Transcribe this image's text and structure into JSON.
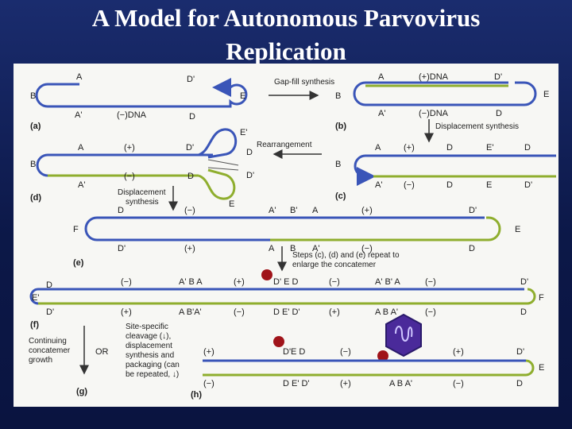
{
  "slide": {
    "title_line1": "A Model for Autonomous Parvovirus",
    "title_line2": "Replication"
  },
  "colors": {
    "background": "#0d1a4a",
    "panel": "#f7f7f4",
    "blue_strand": "#3a55b8",
    "green_strand": "#8fae2e",
    "capsid": "#4a2a9a",
    "dot": "#a0141a"
  },
  "panels": {
    "a": {
      "id": "(a)",
      "A": "A",
      "A_prime": "A'",
      "B": "B",
      "D_prime": "D'",
      "D": "D",
      "E": "E",
      "strand": "(−)DNA"
    },
    "b": {
      "id": "(b)",
      "A": "A",
      "A_prime": "A'",
      "B": "B",
      "plus": "(+)DNA",
      "minus": "(−)DNA",
      "D_prime": "D'",
      "D": "D",
      "E": "E"
    },
    "c": {
      "id": "(c)",
      "A": "A",
      "A_prime": "A'",
      "B": "B",
      "plus": "(+)",
      "minus": "(−)",
      "D1": "D",
      "D2": "D",
      "E_prime": "E'",
      "E": "E",
      "D_end": "D",
      "D_prime_end": "D'"
    },
    "d": {
      "id": "(d)",
      "A": "A",
      "A_prime": "A'",
      "B": "B",
      "plus": "(+)",
      "minus": "(−)",
      "D_prime": "D'",
      "D": "D",
      "E_prime": "E'",
      "D_hp": "D",
      "D_prime_hp": "D'",
      "E": "E"
    },
    "e": {
      "id": "(e)",
      "D": "D",
      "F": "F",
      "D_prime": "D'",
      "minus1": "(−)",
      "plus1": "(+)",
      "A_prime": "A'",
      "B_prime": "B'",
      "A": "A",
      "plus2": "(+)",
      "A2": "A",
      "B": "B",
      "A_prime2": "A'",
      "minus2": "(−)",
      "D_end": "D'",
      "D_end2": "D",
      "E": "E"
    },
    "f": {
      "id": "(f)",
      "D": "D",
      "E_prime": "E'",
      "D_prime": "D'",
      "minus1": "(−)",
      "plus1": "(+)",
      "ABA_top": "A' B A",
      "ABA_bot": "A B'A'",
      "plus2": "(+)",
      "minus2": "(−)",
      "DED_top": "D' E D",
      "DED_bot": "D E' D'",
      "minus3": "(−)",
      "plus3": "(+)",
      "ABA_top2": "A' B' A",
      "ABA_bot2": "A B A'",
      "minus4": "(−)",
      "minus5": "(−)",
      "D_prime_end": "D'",
      "D_end": "D",
      "F": "F"
    },
    "g": {
      "id": "(g)",
      "label": "Continuing concatemer growth",
      "or": "OR"
    },
    "h": {
      "id": "(h)",
      "plus1": "(+)",
      "minus1": "(−)",
      "DED_top": "D'E D",
      "DED_bot": "D E' D'",
      "minus2": "(−)",
      "plus2": "(+)",
      "ABA": "A B A'",
      "plus3": "(+)",
      "minus3": "(−)",
      "D_prime": "D'",
      "D": "D",
      "E": "E"
    }
  },
  "steps": {
    "gapfill": "Gap-fill synthesis",
    "displacement1": "Displacement synthesis",
    "rearrangement": "Rearrangement",
    "displacement2": "Displacement synthesis",
    "repeat": "Steps (c), (d) and (e) repeat to enlarge the concatemer",
    "cleavage": "Site-specific cleavage (↓), displacement synthesis and packaging (can be repeated ↓)"
  }
}
